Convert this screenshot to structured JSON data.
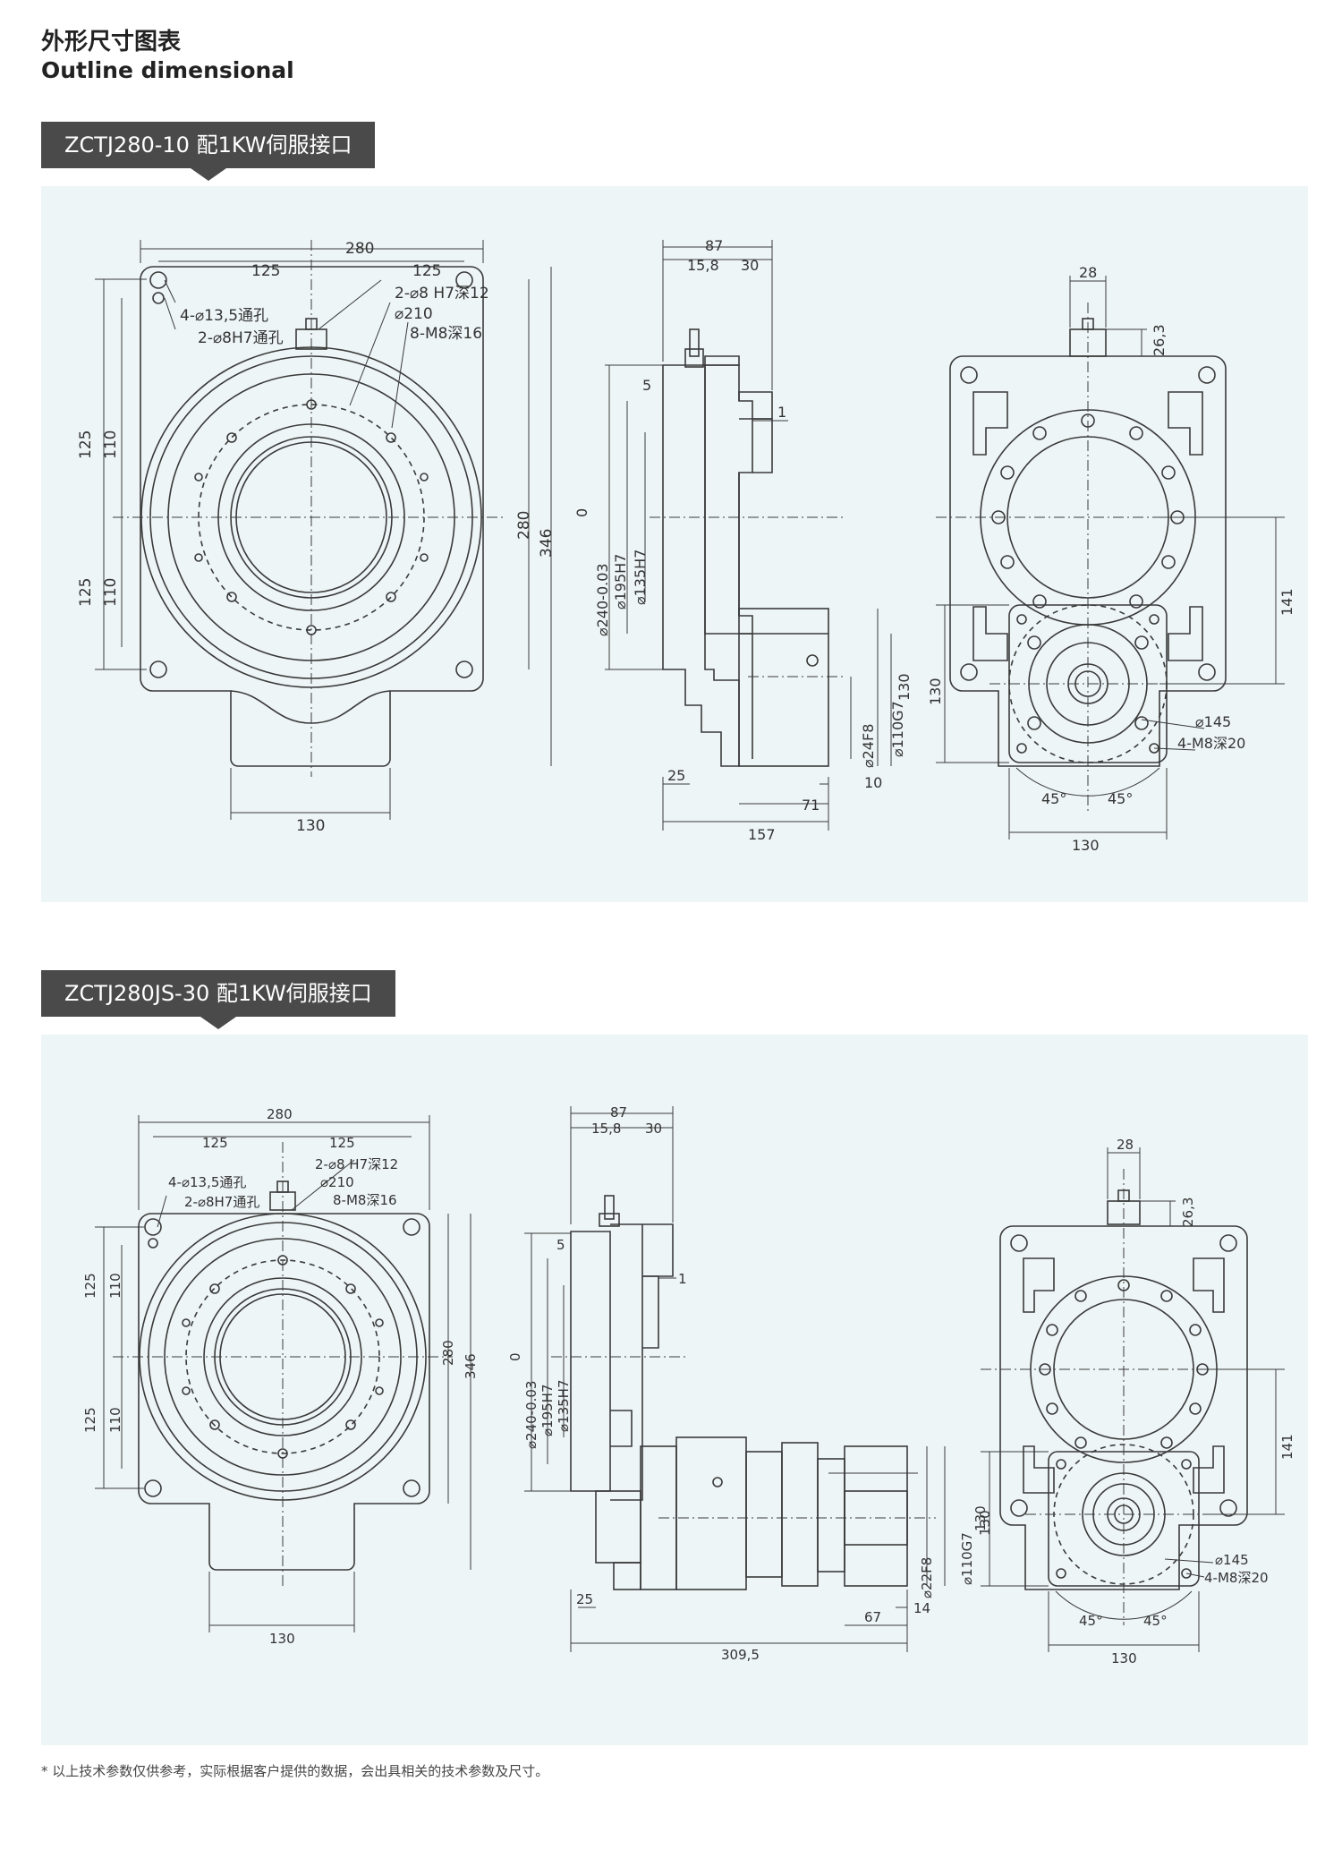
{
  "header": {
    "title_cn": "外形尺寸图表",
    "title_en": "Outline dimensional"
  },
  "section1": {
    "tag": "ZCTJ280-10 配1KW伺服接口",
    "front": {
      "d280": "280",
      "d125a": "125",
      "d125b": "125",
      "hole1": "4-⌀13,5通孔",
      "hole2": "2-⌀8H7通孔",
      "pin": "2-⌀8 H7深12",
      "pcd": "⌀210",
      "thread": "8-M8深16",
      "v125a": "125",
      "v110a": "110",
      "v125b": "125",
      "v110b": "110",
      "v280": "280",
      "v346": "346",
      "d130": "130"
    },
    "side": {
      "d87": "87",
      "d158": "15,8",
      "d30": "30",
      "d5": "5",
      "d1": "1",
      "zero": "0",
      "d240": "⌀240-0.03",
      "d195": "⌀195H7",
      "d135": "⌀135H7",
      "d110g7": "⌀110G7",
      "d24f8": "⌀24F8",
      "d130": "130",
      "d25": "25",
      "d10": "10",
      "d71": "71",
      "d157": "157"
    },
    "rear": {
      "d28": "28",
      "d263": "26,3",
      "d141": "141",
      "d145": "⌀145",
      "m8": "4-M8深20",
      "a45l": "45°",
      "a45r": "45°",
      "d130": "130"
    }
  },
  "section2": {
    "tag": "ZCTJ280JS-30 配1KW伺服接口",
    "front": {
      "d280": "280",
      "d125a": "125",
      "d125b": "125",
      "hole1": "4-⌀13,5通孔",
      "hole2": "2-⌀8H7通孔",
      "pin": "2-⌀8 H7深12",
      "pcd": "⌀210",
      "thread": "8-M8深16",
      "v125a": "125",
      "v110a": "110",
      "v125b": "125",
      "v110b": "110",
      "v280": "280",
      "v346": "346",
      "d130": "130"
    },
    "side": {
      "d87": "87",
      "d158": "15,8",
      "d30": "30",
      "d5": "5",
      "d1": "1",
      "zero": "0",
      "d240": "⌀240-0.03",
      "d195": "⌀195H7",
      "d135": "⌀135H7",
      "d110g7": "⌀110G7",
      "d22f8": "⌀22F8",
      "d130": "130",
      "d25": "25",
      "d14": "14",
      "d67": "67",
      "d3095": "309,5"
    },
    "rear": {
      "d28": "28",
      "d263": "26,3",
      "d141": "141",
      "d145": "⌀145",
      "m8": "4-M8深20",
      "a45l": "45°",
      "a45r": "45°",
      "d130": "130"
    }
  },
  "footnote": "* 以上技术参数仅供参考，实际根据客户提供的数据，会出具相关的技术参数及尺寸。",
  "colors": {
    "panel": "#eef5f6",
    "tag": "#4a4a4a",
    "line": "#3a3a3a"
  }
}
